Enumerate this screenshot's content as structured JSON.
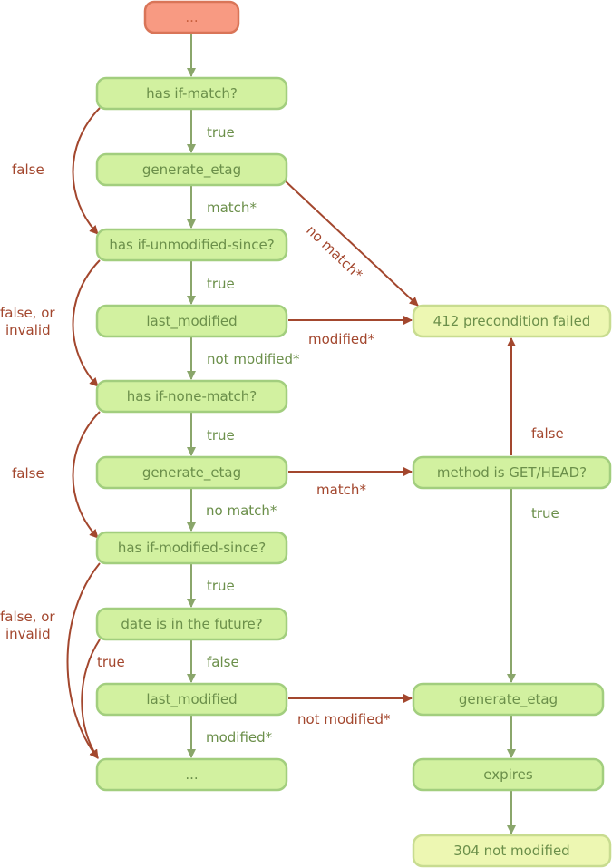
{
  "colors": {
    "node_fill": "#d2f1a0",
    "node_stroke": "#a2ce7e",
    "node_text": "#6b8f4a",
    "start_fill": "#f89a82",
    "start_stroke": "#d97558",
    "start_text": "#c8603e",
    "term_fill": "#edf7b2",
    "term_stroke": "#c8dc90",
    "green_arrow": "#8aa66b",
    "red_arrow": "#a3472e",
    "green_label": "#6b8f4a",
    "red_label": "#a3472e"
  },
  "nodes": {
    "start": "...",
    "has_if_match": "has if-match?",
    "generate_etag_1": "generate_etag",
    "has_if_unmodified_since": "has if-unmodified-since?",
    "last_modified_1": "last_modified",
    "has_if_none_match": "has if-none-match?",
    "generate_etag_2": "generate_etag",
    "has_if_modified_since": "has if-modified-since?",
    "date_in_future": "date is in the future?",
    "last_modified_2": "last_modified",
    "end": "...",
    "precondition_failed": "412 precondition failed",
    "method_get_head": "method is GET/HEAD?",
    "generate_etag_3": "generate_etag",
    "expires": "expires",
    "not_modified": "304 not modified"
  },
  "edges": {
    "true_1": "true",
    "false_1": "false",
    "match_1": "match*",
    "no_match_1": "no match*",
    "true_2": "true",
    "false_invalid_1a": "false, or",
    "false_invalid_1b": "invalid",
    "modified_1": "modified*",
    "not_modified_1": "not modified*",
    "true_3": "true",
    "false_2": "false",
    "match_2": "match*",
    "no_match_2": "no match*",
    "false_3": "false",
    "true_4": "true",
    "true_5": "true",
    "false_invalid_2a": "false, or",
    "false_invalid_2b": "invalid",
    "true_6": "true",
    "false_4": "false",
    "modified_2": "modified*",
    "not_modified_2": "not modified*"
  }
}
